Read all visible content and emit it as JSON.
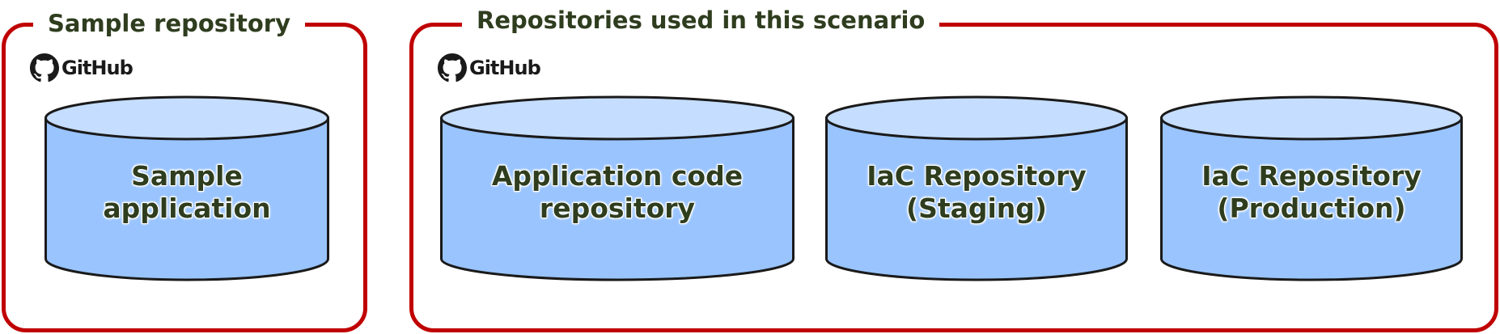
{
  "colors": {
    "group_border": "#c00000",
    "title_text": "#2f3d1f",
    "cylinder_body": "#99c4fe",
    "cylinder_top": "#c5ddfe",
    "cylinder_outline": "#1a1a1a"
  },
  "groups": [
    {
      "title": "Sample repository",
      "brand": {
        "icon": "github-icon",
        "label": "GitHub"
      },
      "repositories": [
        {
          "lines": [
            "Sample",
            "application"
          ]
        }
      ]
    },
    {
      "title": "Repositories used in this scenario",
      "brand": {
        "icon": "github-icon",
        "label": "GitHub"
      },
      "repositories": [
        {
          "lines": [
            "Application code",
            "repository"
          ]
        },
        {
          "lines": [
            "IaC Repository",
            "(Staging)"
          ]
        },
        {
          "lines": [
            "IaC Repository",
            "(Production)"
          ]
        }
      ]
    }
  ]
}
